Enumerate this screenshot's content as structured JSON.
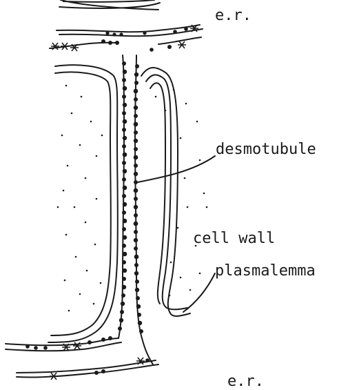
{
  "labels": {
    "er_top": "e.r.",
    "desmotubule": "desmotubule",
    "cell_wall": "cell wall",
    "plasmalemma": "plasmalemma",
    "er_bottom": "e.r."
  },
  "ink_color": "#1a1a1a"
}
